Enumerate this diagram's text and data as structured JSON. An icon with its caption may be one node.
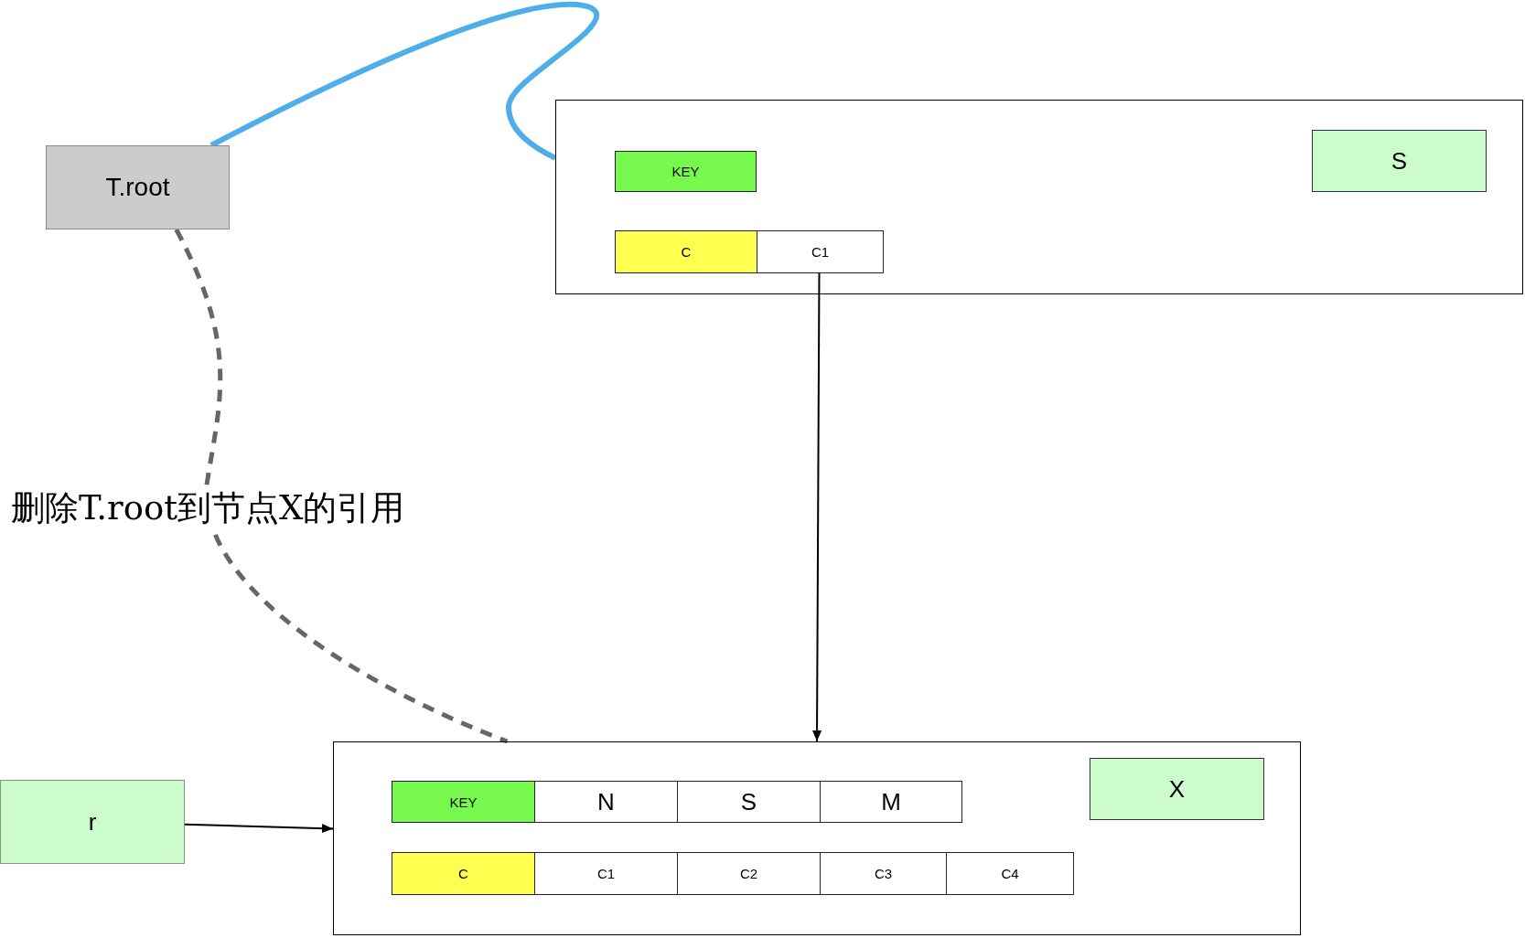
{
  "diagram": {
    "nodes": [
      {
        "text": [
          "T.root"
        ]
      },
      {
        "text": [],
        "shape": "box"
      },
      {
        "text": [
          "KEY"
        ],
        "in": 1
      },
      {
        "text": [
          "C"
        ],
        "in": 1
      },
      {
        "text": [
          "C1"
        ],
        "in": 1
      },
      {
        "text": [
          "S"
        ],
        "in": 1
      },
      {
        "text": [
          "r"
        ]
      },
      {
        "text": [],
        "shape": "box"
      },
      {
        "text": [
          "KEY"
        ],
        "in": 7
      },
      {
        "text": [
          "N"
        ],
        "in": 7
      },
      {
        "text": [
          "S"
        ],
        "in": 7
      },
      {
        "text": [
          "M"
        ],
        "in": 7
      },
      {
        "text": [
          "C"
        ],
        "in": 7
      },
      {
        "text": [
          "C1"
        ],
        "in": 7
      },
      {
        "text": [
          "C2"
        ],
        "in": 7
      },
      {
        "text": [
          "C3"
        ],
        "in": 7
      },
      {
        "text": [
          "C4"
        ],
        "in": 7
      },
      {
        "text": [
          "X"
        ],
        "in": 7
      }
    ],
    "edges": [
      {
        "from": 0,
        "to": 1,
        "arrow": "none",
        "style": "thick",
        "color": "#4eaee9"
      },
      {
        "from": 0,
        "to": 7,
        "arrow": "none",
        "style": "dashed",
        "color": "#666666",
        "label": "删除T.root到节点X的引用"
      },
      {
        "from": 4,
        "to": 7,
        "arrow": "to"
      },
      {
        "from": 6,
        "to": 7,
        "arrow": "to"
      }
    ]
  }
}
